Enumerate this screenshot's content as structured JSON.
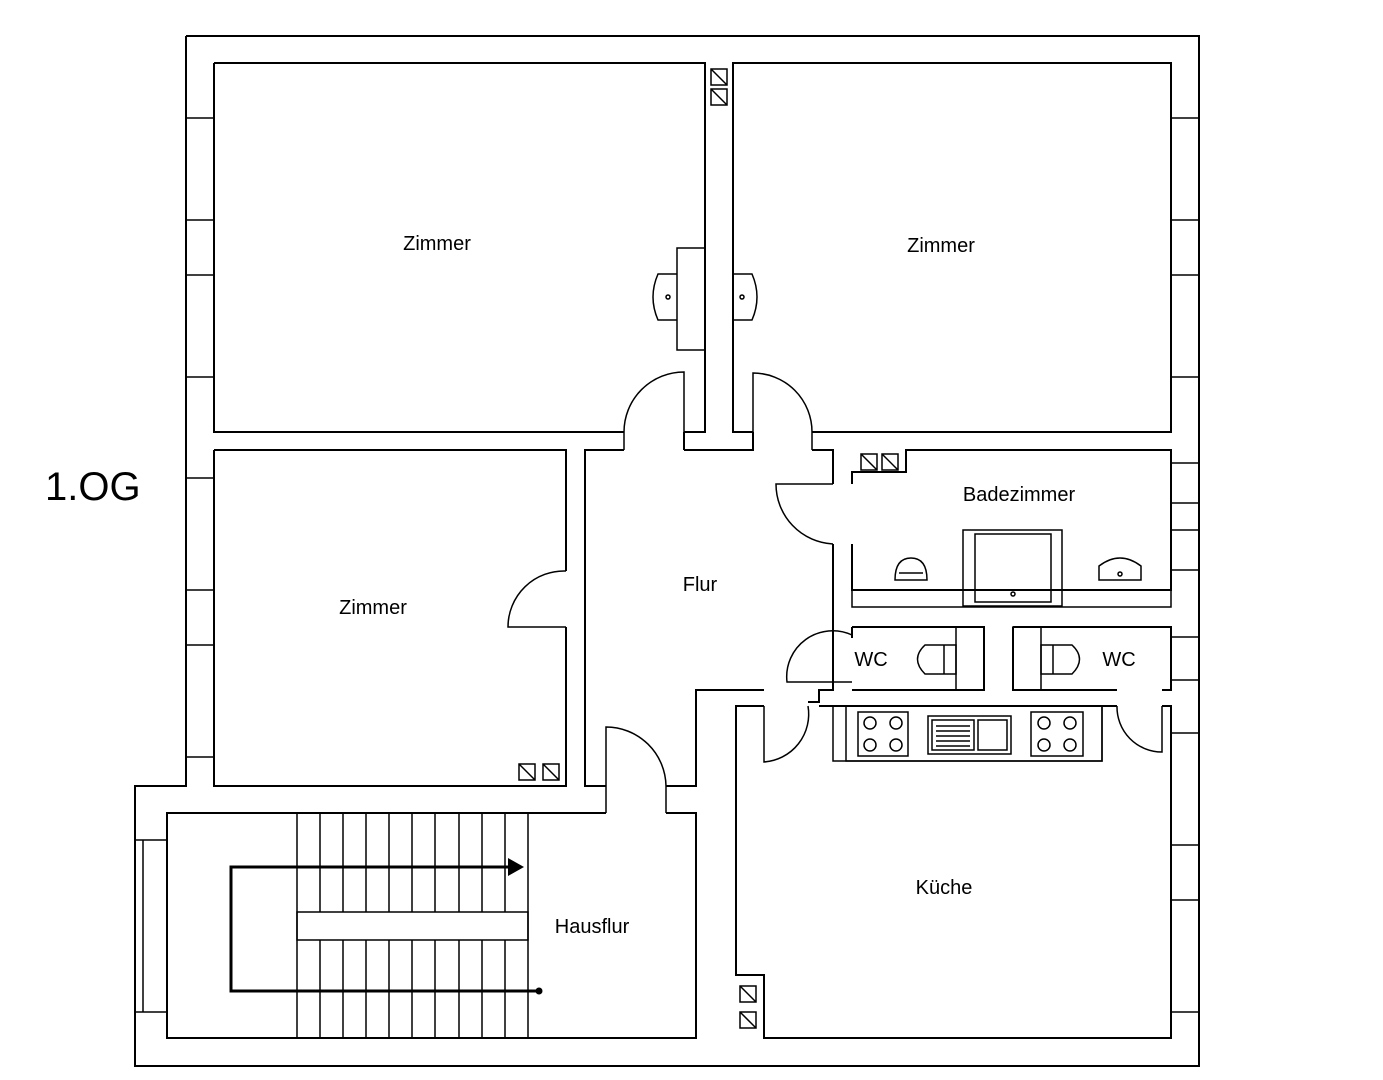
{
  "floor": {
    "label": "1.OG"
  },
  "rooms": {
    "zimmer_top_left": "Zimmer",
    "zimmer_top_right": "Zimmer",
    "zimmer_mid_left": "Zimmer",
    "flur": "Flur",
    "badezimmer": "Badezimmer",
    "wc_left": "WC",
    "wc_right": "WC",
    "kueche": "Küche",
    "hausflur": "Hausflur"
  }
}
